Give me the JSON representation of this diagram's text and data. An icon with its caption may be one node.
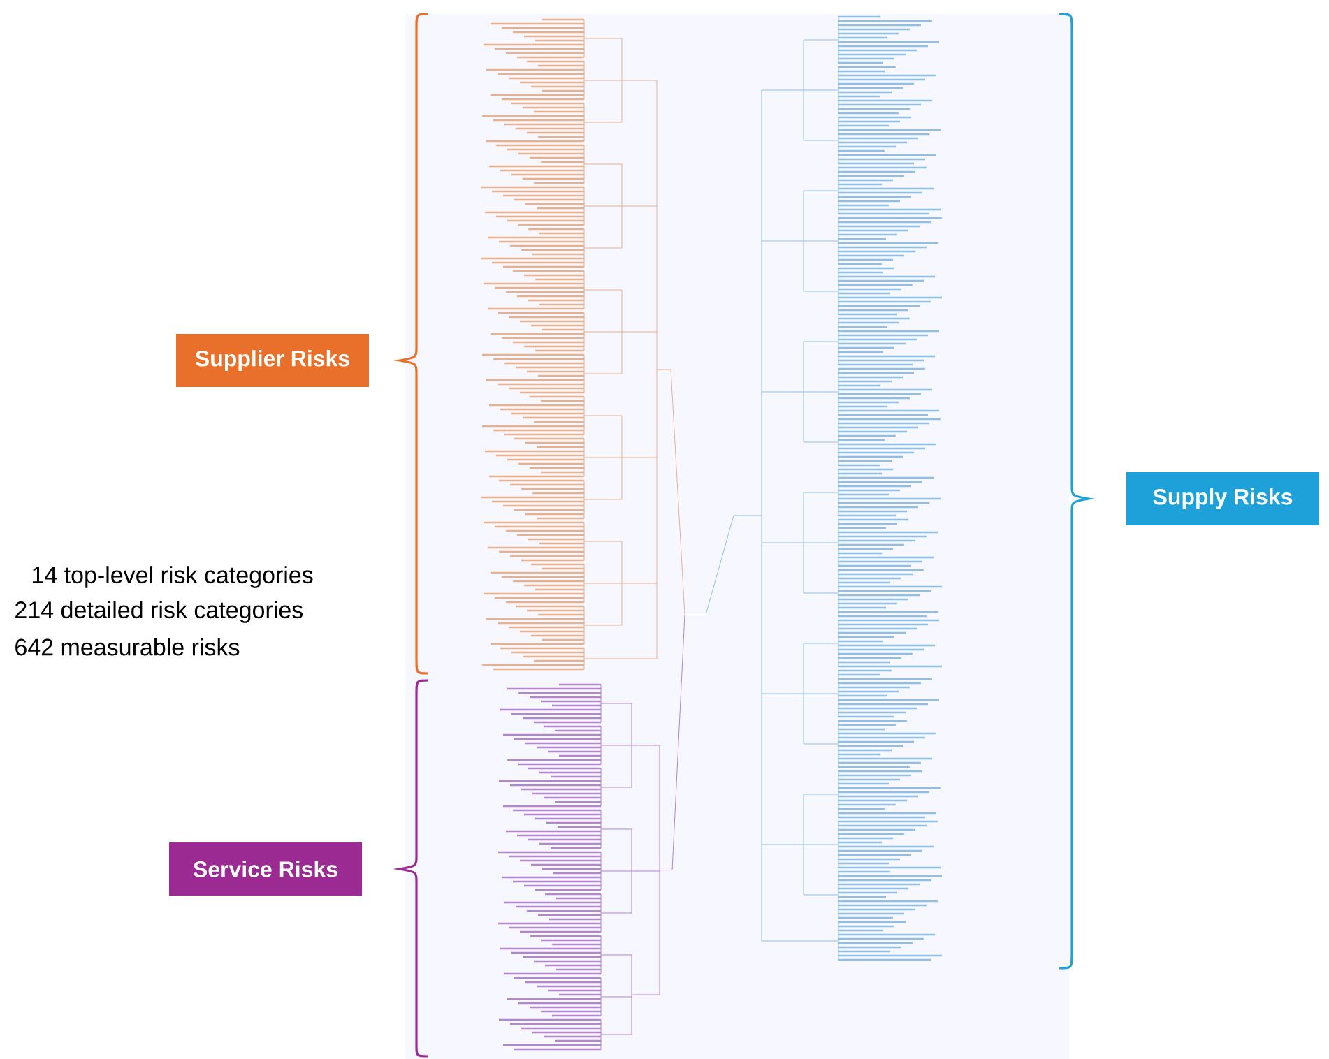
{
  "diagram": {
    "nodes": [
      {
        "text": [
          "Supplier Risks"
        ]
      },
      {
        "text": [
          "Service Risks"
        ]
      },
      {
        "text": [
          "Supply Risks"
        ]
      }
    ],
    "labels": [
      "14 top-level risk categories",
      "214 detailed risk categories",
      "642 measurable risks"
    ]
  }
}
